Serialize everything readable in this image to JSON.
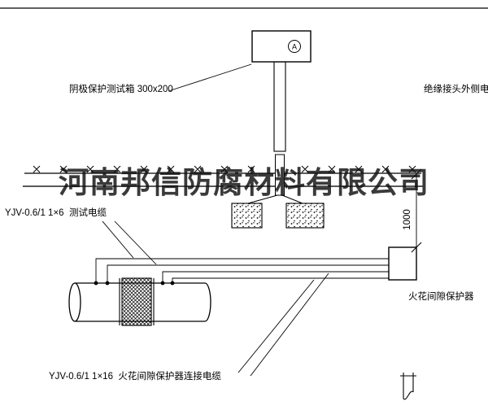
{
  "watermark": {
    "text": "河南邦信防腐材料有限公司"
  },
  "labels": {
    "test_box": "阴极保护测试箱 300x200",
    "insulated_joint_cable": "绝缘接头外侧电缆",
    "test_cable": "YJV-0.6/1 1×6  测试电缆",
    "dimension": "1000",
    "spark_gap": "火花间隙保护器",
    "connection_cable": "YJV-0.6/1 1×16  火花间隙保护器连接电缆",
    "ammeter": "A"
  },
  "colors": {
    "line": "#000000",
    "background": "#ffffff",
    "watermark": "#1a1a1a"
  }
}
